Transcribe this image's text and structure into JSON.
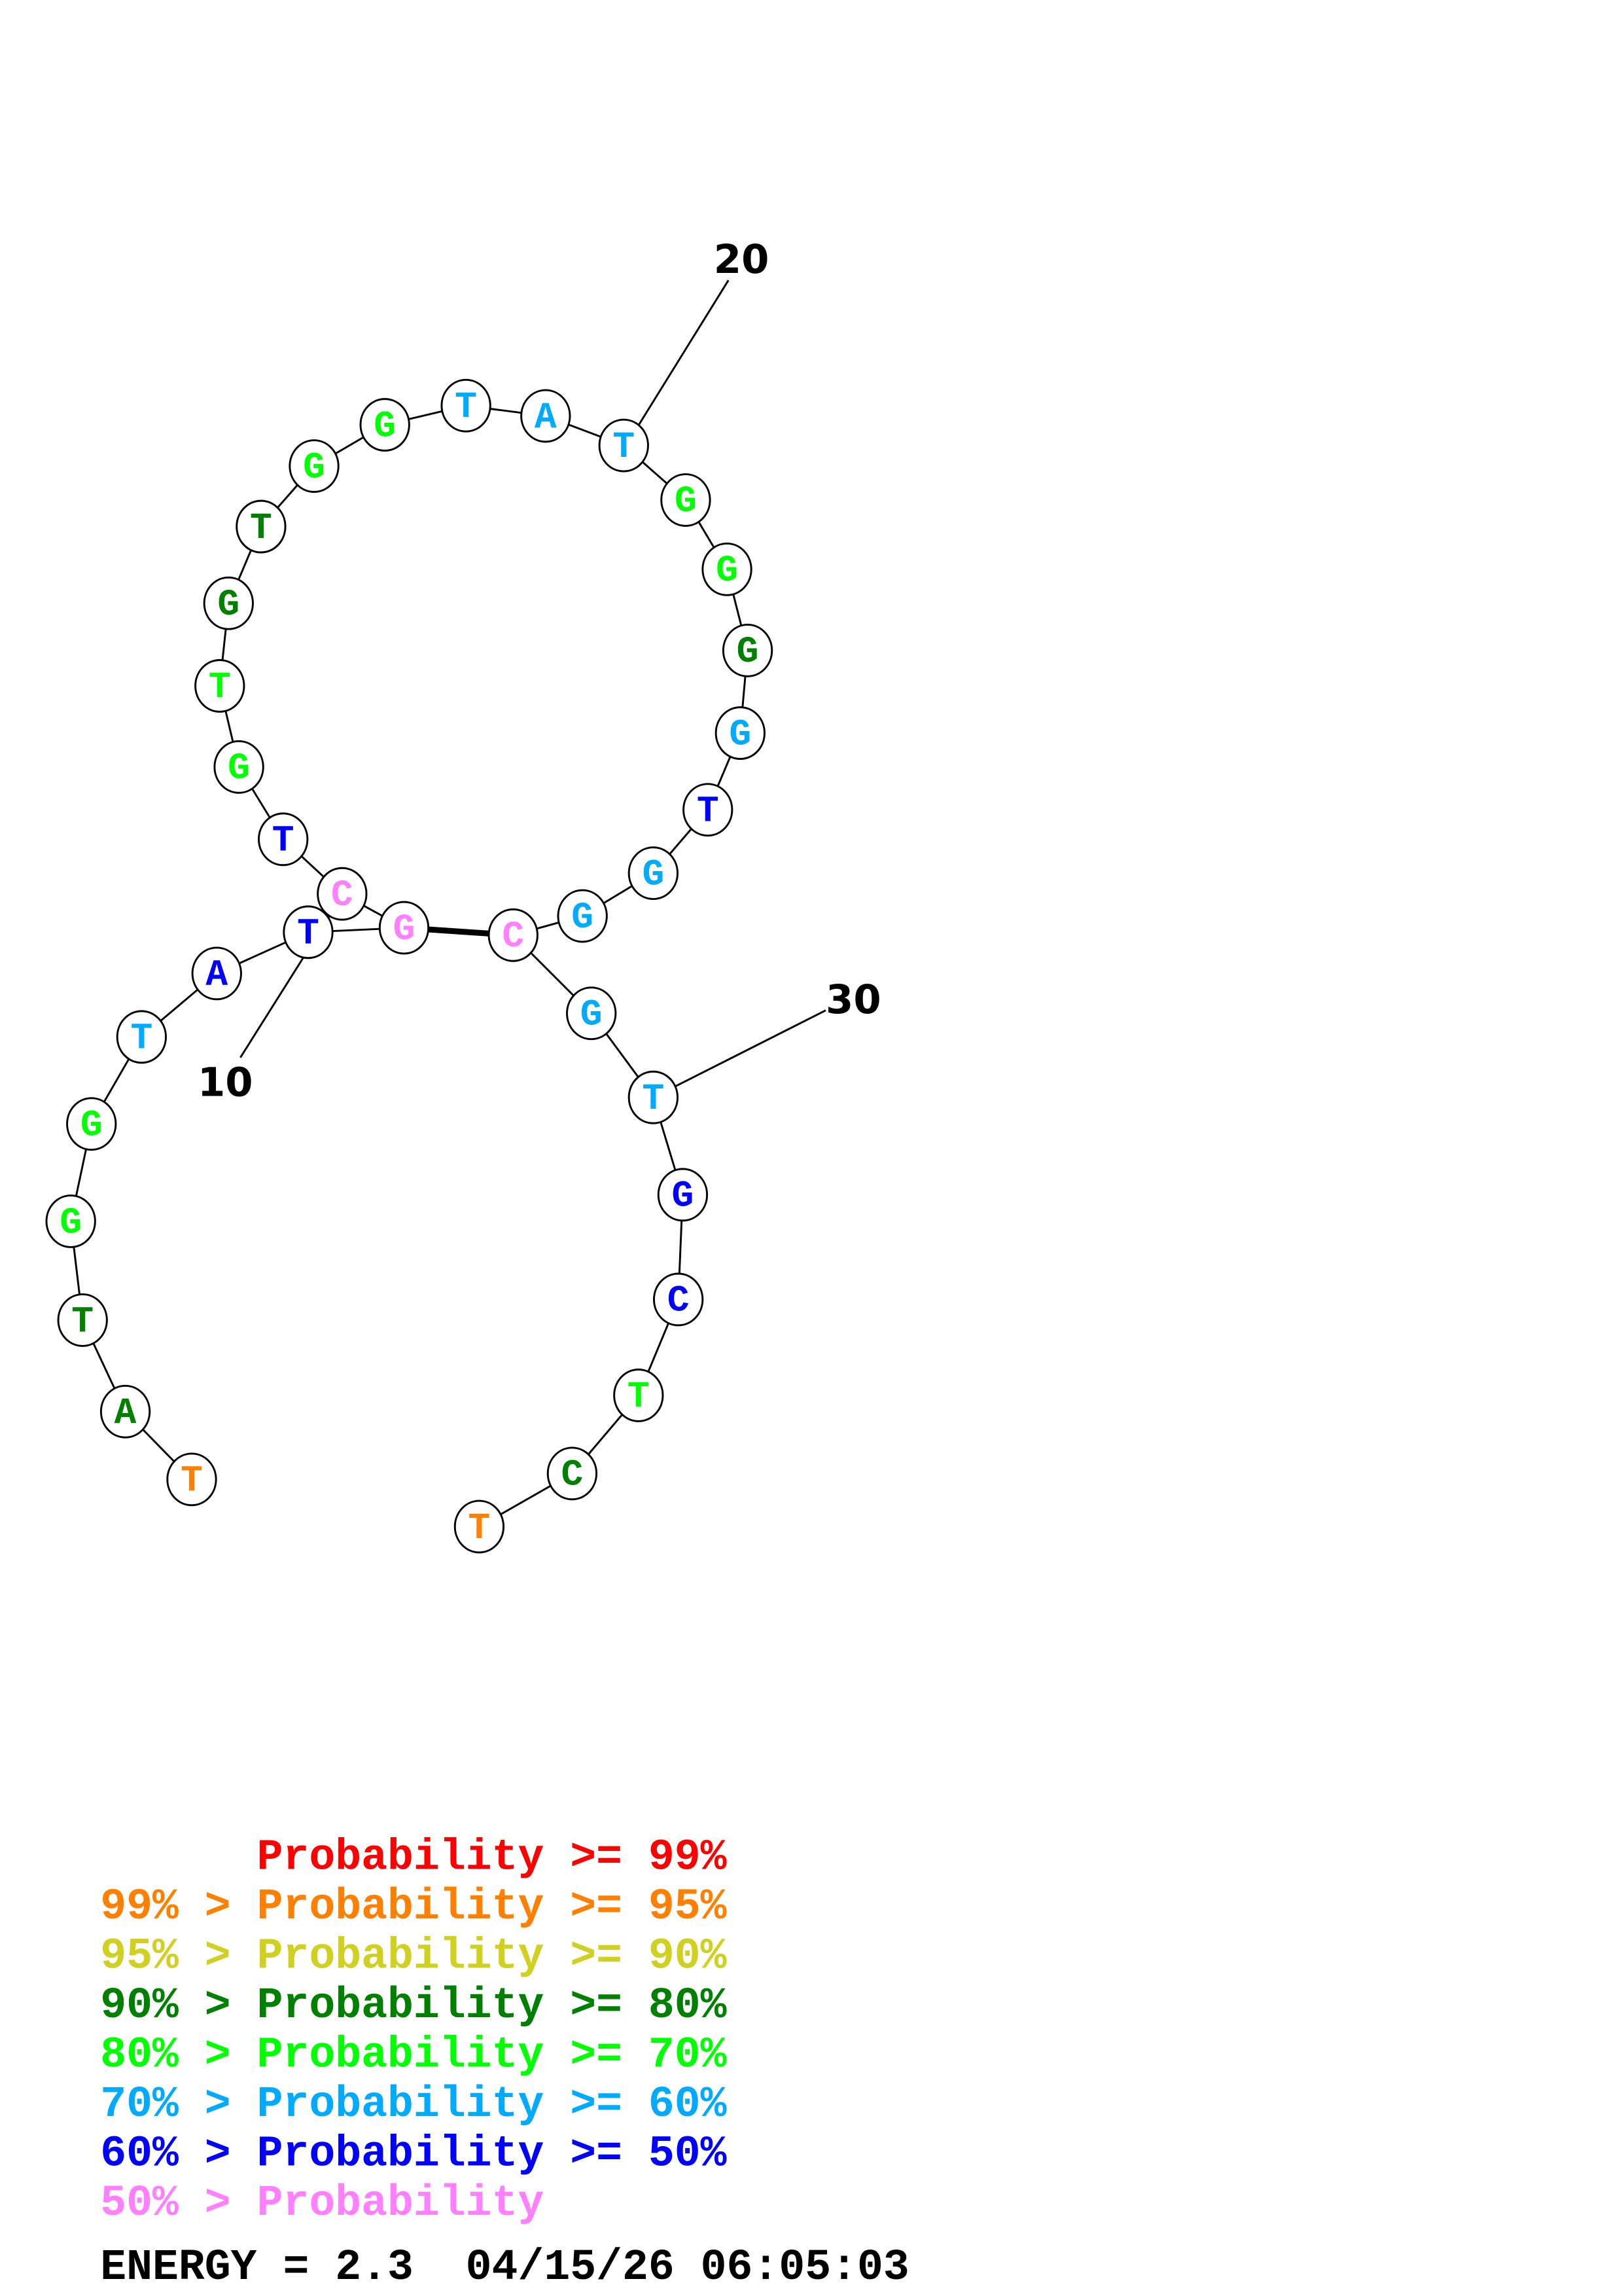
{
  "colors": {
    "p99": "#ff0000",
    "p95": "#ff8000",
    "p90": "#d0d020",
    "p80": "#008000",
    "p70": "#00ff00",
    "p60": "#00aaff",
    "p50": "#0000ff",
    "plow": "#ff80ff"
  },
  "structure": {
    "sequence": [
      {
        "n": 1,
        "base": "T",
        "prob": "p95"
      },
      {
        "n": 2,
        "base": "A",
        "prob": "p80"
      },
      {
        "n": 3,
        "base": "T",
        "prob": "p80"
      },
      {
        "n": 4,
        "base": "G",
        "prob": "p70"
      },
      {
        "n": 5,
        "base": "G",
        "prob": "p70"
      },
      {
        "n": 6,
        "base": "T",
        "prob": "p60"
      },
      {
        "n": 7,
        "base": "A",
        "prob": "p50"
      },
      {
        "n": 8,
        "base": "T",
        "prob": "p50"
      },
      {
        "n": 9,
        "base": "G",
        "prob": "plow"
      },
      {
        "n": 10,
        "base": "C",
        "prob": "plow"
      },
      {
        "n": 11,
        "base": "T",
        "prob": "p50"
      },
      {
        "n": 12,
        "base": "G",
        "prob": "p70"
      },
      {
        "n": 13,
        "base": "T",
        "prob": "p70"
      },
      {
        "n": 14,
        "base": "G",
        "prob": "p80"
      },
      {
        "n": 15,
        "base": "T",
        "prob": "p80"
      },
      {
        "n": 16,
        "base": "G",
        "prob": "p70"
      },
      {
        "n": 17,
        "base": "G",
        "prob": "p70"
      },
      {
        "n": 18,
        "base": "T",
        "prob": "p60"
      },
      {
        "n": 19,
        "base": "A",
        "prob": "p60"
      },
      {
        "n": 20,
        "base": "T",
        "prob": "p60"
      },
      {
        "n": 21,
        "base": "G",
        "prob": "p70"
      },
      {
        "n": 22,
        "base": "G",
        "prob": "p70"
      },
      {
        "n": 23,
        "base": "G",
        "prob": "p80"
      },
      {
        "n": 24,
        "base": "G",
        "prob": "p60"
      },
      {
        "n": 25,
        "base": "T",
        "prob": "p50"
      },
      {
        "n": 26,
        "base": "G",
        "prob": "p60"
      },
      {
        "n": 27,
        "base": "G",
        "prob": "p60"
      },
      {
        "n": 28,
        "base": "C",
        "prob": "plow"
      },
      {
        "n": 29,
        "base": "G",
        "prob": "p60"
      },
      {
        "n": 30,
        "base": "T",
        "prob": "p60"
      },
      {
        "n": 31,
        "base": "G",
        "prob": "p50"
      },
      {
        "n": 32,
        "base": "C",
        "prob": "p50"
      },
      {
        "n": 33,
        "base": "T",
        "prob": "p70"
      },
      {
        "n": 34,
        "base": "C",
        "prob": "p80"
      },
      {
        "n": 35,
        "base": "T",
        "prob": "p95"
      }
    ],
    "pairs": [
      [
        9,
        28
      ]
    ],
    "position_labels": [
      {
        "n": 10,
        "text": "10"
      },
      {
        "n": 20,
        "text": "20"
      },
      {
        "n": 30,
        "text": "30"
      }
    ]
  },
  "legend": [
    {
      "prefix": "    ",
      "label": "Probability >= 99%",
      "prob": "p99"
    },
    {
      "prefix": "99% > ",
      "label": "Probability >= 95%",
      "prob": "p95"
    },
    {
      "prefix": "95% > ",
      "label": "Probability >= 90%",
      "prob": "p90"
    },
    {
      "prefix": "90% > ",
      "label": "Probability >= 80%",
      "prob": "p80"
    },
    {
      "prefix": "80% > ",
      "label": "Probability >= 70%",
      "prob": "p70"
    },
    {
      "prefix": "70% > ",
      "label": "Probability >= 60%",
      "prob": "p60"
    },
    {
      "prefix": "60% > ",
      "label": "Probability >= 50%",
      "prob": "p50"
    },
    {
      "prefix": "50% > ",
      "label": "Probability",
      "prob": "plow"
    }
  ],
  "footer": {
    "energy": "ENERGY = 2.3  04/15/26 06:05:03"
  }
}
